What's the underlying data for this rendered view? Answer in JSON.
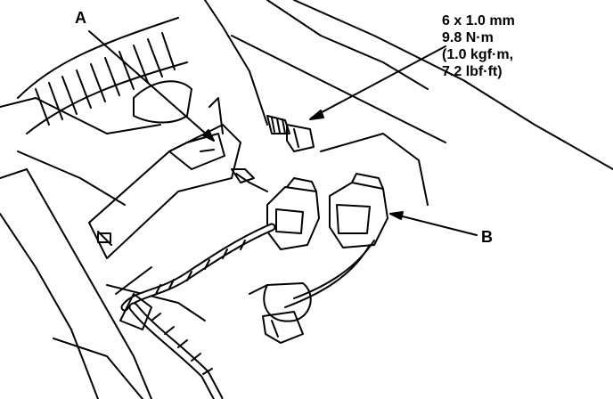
{
  "callouts": {
    "a": "A",
    "b": "B"
  },
  "bolt_spec": {
    "lines": [
      "6 x 1.0 mm",
      "9.8 N·m",
      "(1.0 kgf·m,",
      "7.2 lbf·ft)"
    ]
  },
  "colors": {
    "ink": "#000000",
    "paper": "#ffffff"
  }
}
